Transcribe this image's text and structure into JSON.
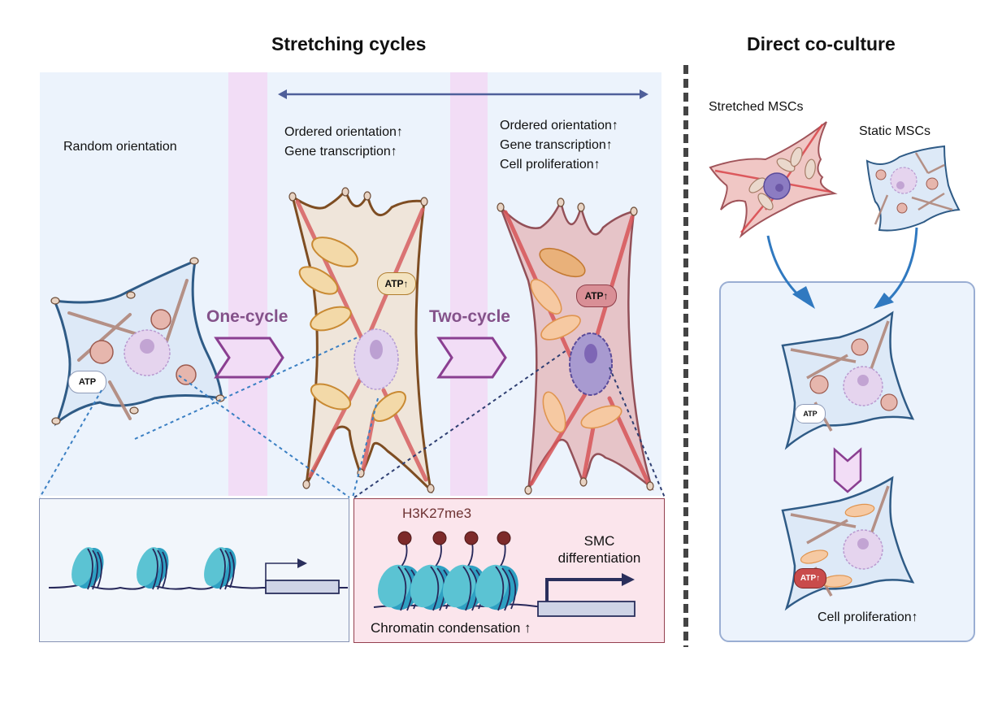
{
  "left_section": {
    "title": "Stretching cycles",
    "stages": [
      {
        "label_lines": [
          "Random orientation"
        ],
        "atp_label": "ATP"
      },
      {
        "label_lines": [
          "Ordered orientation↑",
          "Gene transcription↑"
        ],
        "atp_label": "ATP↑"
      },
      {
        "label_lines": [
          "Ordered orientation↑",
          "Gene transcription↑",
          "Cell proliferation↑"
        ],
        "atp_label": "ATP↑"
      }
    ],
    "transitions": [
      "One-cycle",
      "Two-cycle"
    ],
    "chromatin_open": {
      "nucleosome_count": 3
    },
    "chromatin_condensed": {
      "mark_label": "H3K27me3",
      "gene_label_lines": [
        "SMC",
        "differentiation"
      ],
      "caption": "Chromatin condensation ↑",
      "nucleosome_count": 4
    }
  },
  "right_section": {
    "title": "Direct co-culture",
    "stretched_label": "Stretched MSCs",
    "static_label": "Static MSCs",
    "before_atp_label": "ATP",
    "after_atp_label": "ATP↑",
    "result_label": "Cell proliferation↑"
  },
  "colors": {
    "panel_bg": "#ecf3fc",
    "band": "#f2ddf6",
    "cycle_text": "#84528a",
    "chevron_stroke": "#8a3f91",
    "arrow_blue": "#4f5f9a",
    "coculture_arrow": "#3079c0",
    "nucleosome": "#5bc3d3",
    "h3k27me3": "#7d2a2a",
    "condensed_box_bg": "#fbe5ec"
  }
}
